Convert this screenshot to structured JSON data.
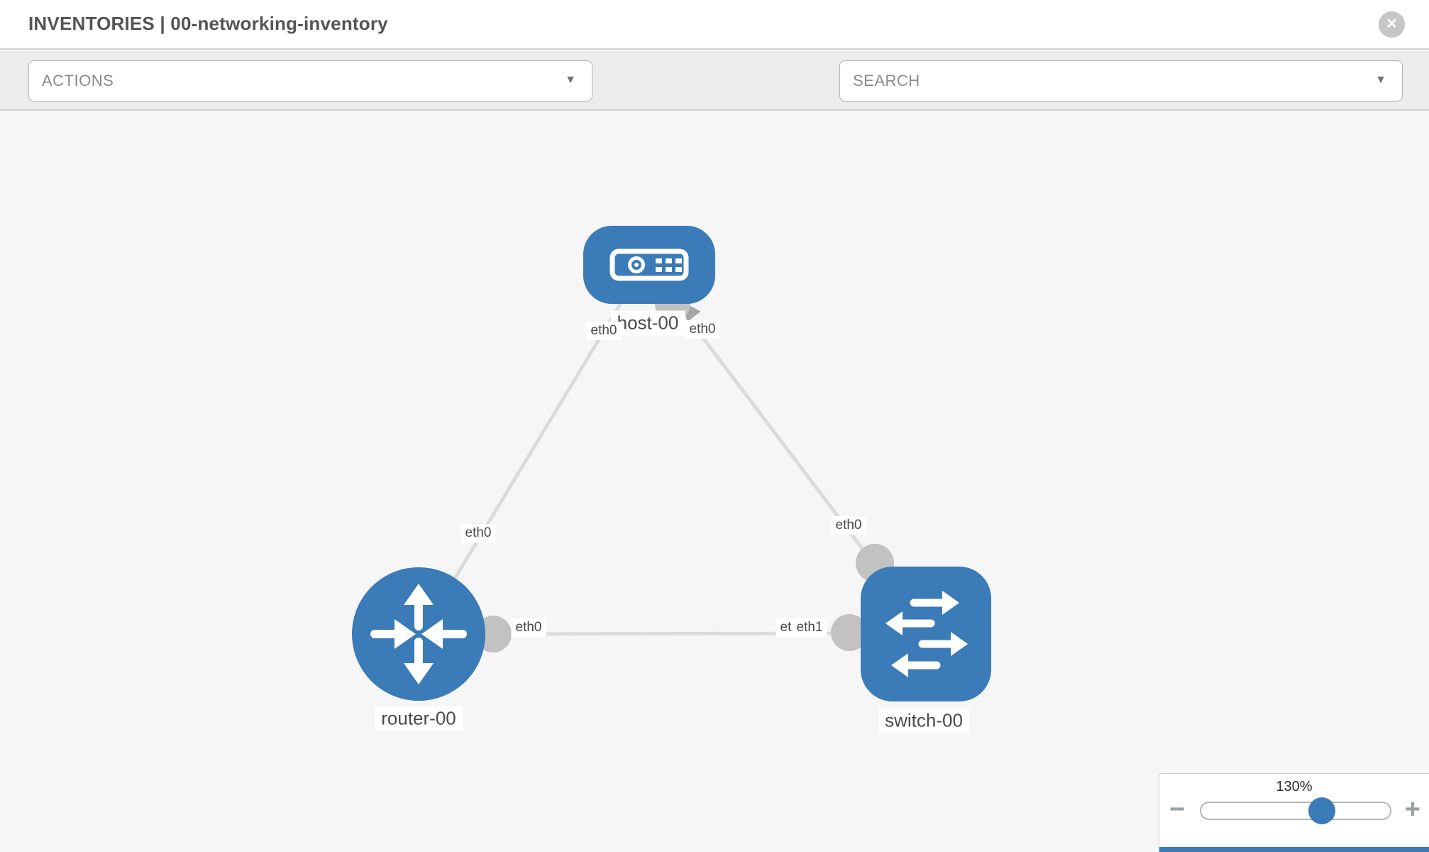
{
  "header": {
    "title": "INVENTORIES | 00-networking-inventory"
  },
  "toolbar": {
    "actions_placeholder": "ACTIONS",
    "search_placeholder": "SEARCH"
  },
  "icons": {
    "close": "✕",
    "caret": "▼",
    "minus": "−",
    "plus": "+"
  },
  "diagram": {
    "nodes": [
      {
        "label": "host-00",
        "type": "host"
      },
      {
        "label": "router-00",
        "type": "router"
      },
      {
        "label": "switch-00",
        "type": "switch"
      }
    ],
    "links": [
      {
        "from": "host-00",
        "to": "router-00",
        "from_interface": "eth0",
        "to_interface": "eth0"
      },
      {
        "from": "host-00",
        "to": "switch-00",
        "from_interface": "eth0",
        "to_interface": "eth0"
      },
      {
        "from": "router-00",
        "to": "switch-00",
        "from_interface": "eth0",
        "to_interface": "eth1",
        "to_interface_overlapped": "eth0"
      }
    ]
  },
  "zoom_control": {
    "level": "130%",
    "percent": 64
  },
  "colors": {
    "node_blue": "#3b7bb8",
    "link_gray": "#dbdbdb",
    "connector_gray": "#c2c2c2",
    "canvas_bg": "#f6f6f6"
  }
}
